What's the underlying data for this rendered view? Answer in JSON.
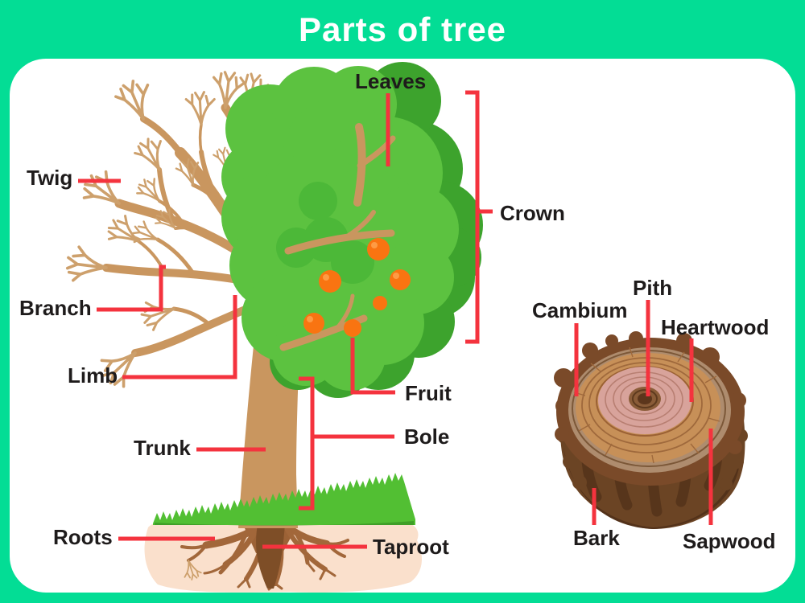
{
  "title": "Parts of tree",
  "labels": {
    "twig": "Twig",
    "branch": "Branch",
    "limb": "Limb",
    "trunk": "Trunk",
    "roots": "Roots",
    "leaves": "Leaves",
    "crown": "Crown",
    "fruit": "Fruit",
    "bole": "Bole",
    "taproot": "Taproot",
    "cambium": "Cambium",
    "pith": "Pith",
    "heartwood": "Heartwood",
    "bark": "Bark",
    "sapwood": "Sapwood"
  },
  "colors": {
    "background_green": "#03dd95",
    "panel_white": "#ffffff",
    "leader_red": "#f4333e",
    "label_black": "#1e1b1b",
    "crown_light_green": "#5cc240",
    "crown_dark_green": "#3da32d",
    "trunk_tan": "#c9965f",
    "bare_twig_tan": "#cda06c",
    "fruit_orange": "#f97411",
    "grass_green": "#52bf33",
    "soil_peach": "#fae0cc",
    "root_brown": "#a2673a",
    "taproot_brown": "#7e4e27",
    "stump_side_brown": "#6b4424",
    "stump_bark_brown": "#7a4a29",
    "stump_sapwood_tan": "#c79058",
    "stump_heartwood_pink": "#d8a39b",
    "stump_pith_brown": "#5c361c"
  }
}
